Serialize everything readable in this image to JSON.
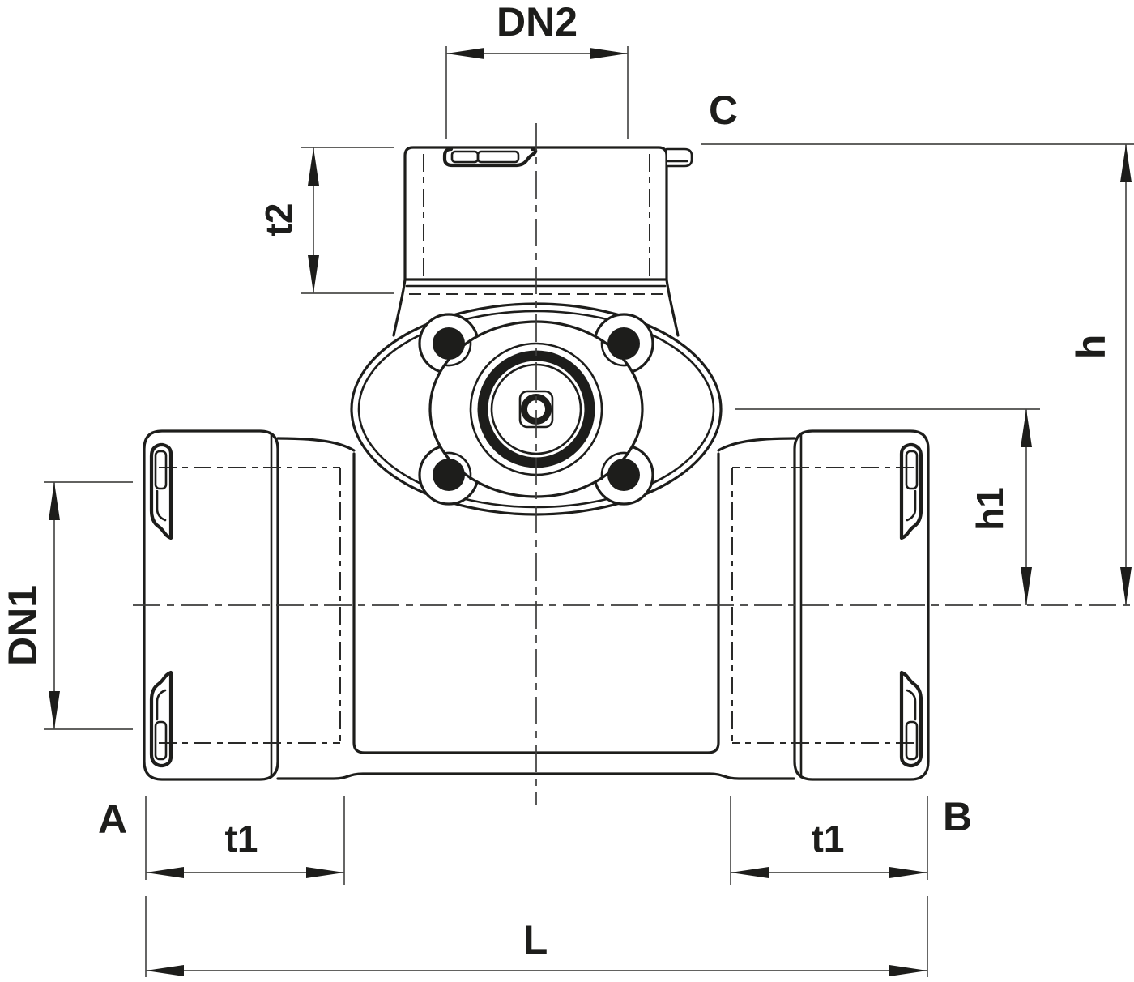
{
  "drawing": {
    "type": "technical-dimension-drawing",
    "subject": "tee-fitting-with-valve-front-view",
    "labels": {
      "dn2": "DN2",
      "c": "C",
      "t2": "t2",
      "h": "h",
      "h1": "h1",
      "dn1": "DN1",
      "a": "A",
      "t1_left": "t1",
      "t1_right": "t1",
      "b": "B",
      "l": "L"
    },
    "colors": {
      "line": "#1d1d1b",
      "thin_line": "#4b4b4a",
      "background": "#ffffff"
    }
  }
}
